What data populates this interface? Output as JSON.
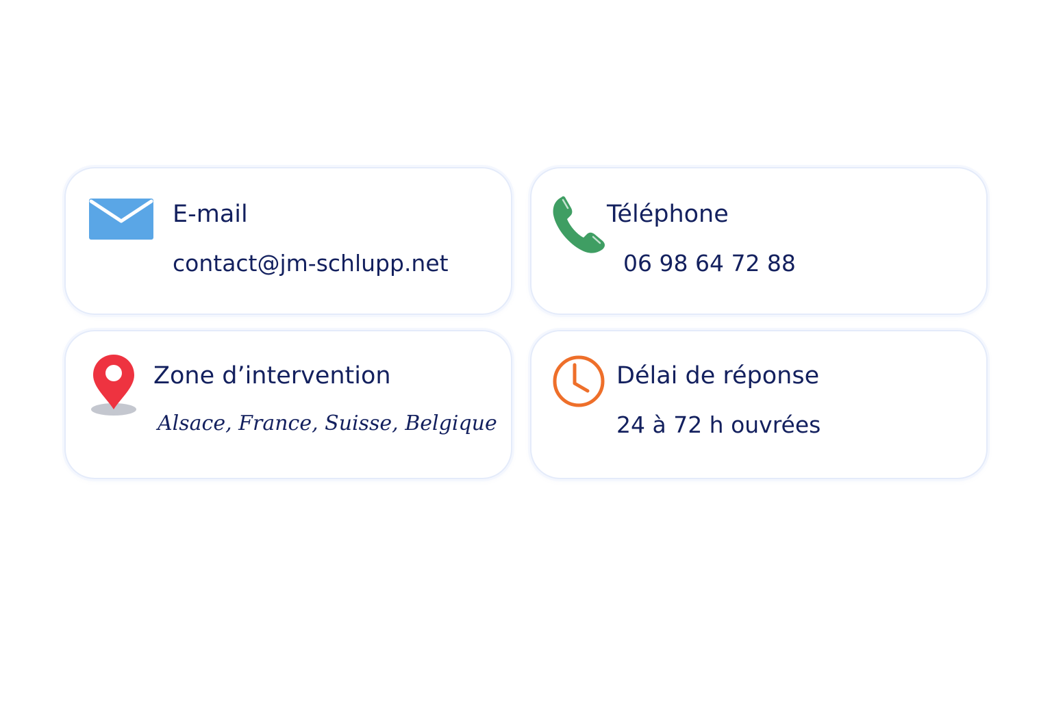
{
  "colors": {
    "text": "#13205e",
    "card_border": "#e4ebfa",
    "email_icon": "#5aa6e6",
    "phone_icon": "#3f9e63",
    "pin_icon": "#ee3340",
    "clock_icon": "#ee6f2a"
  },
  "cards": [
    {
      "icon": "envelope-icon",
      "title": "E-mail",
      "value": "contact@jm-schlupp.net"
    },
    {
      "icon": "phone-icon",
      "title": "Téléphone",
      "value": "06 98 64 72 88"
    },
    {
      "icon": "map-pin-icon",
      "title": "Zone d’intervention",
      "value": "Alsace, France, Suisse, Belgique"
    },
    {
      "icon": "clock-icon",
      "title": "Délai de réponse",
      "value": "24 à 72 h ouvrées"
    }
  ]
}
